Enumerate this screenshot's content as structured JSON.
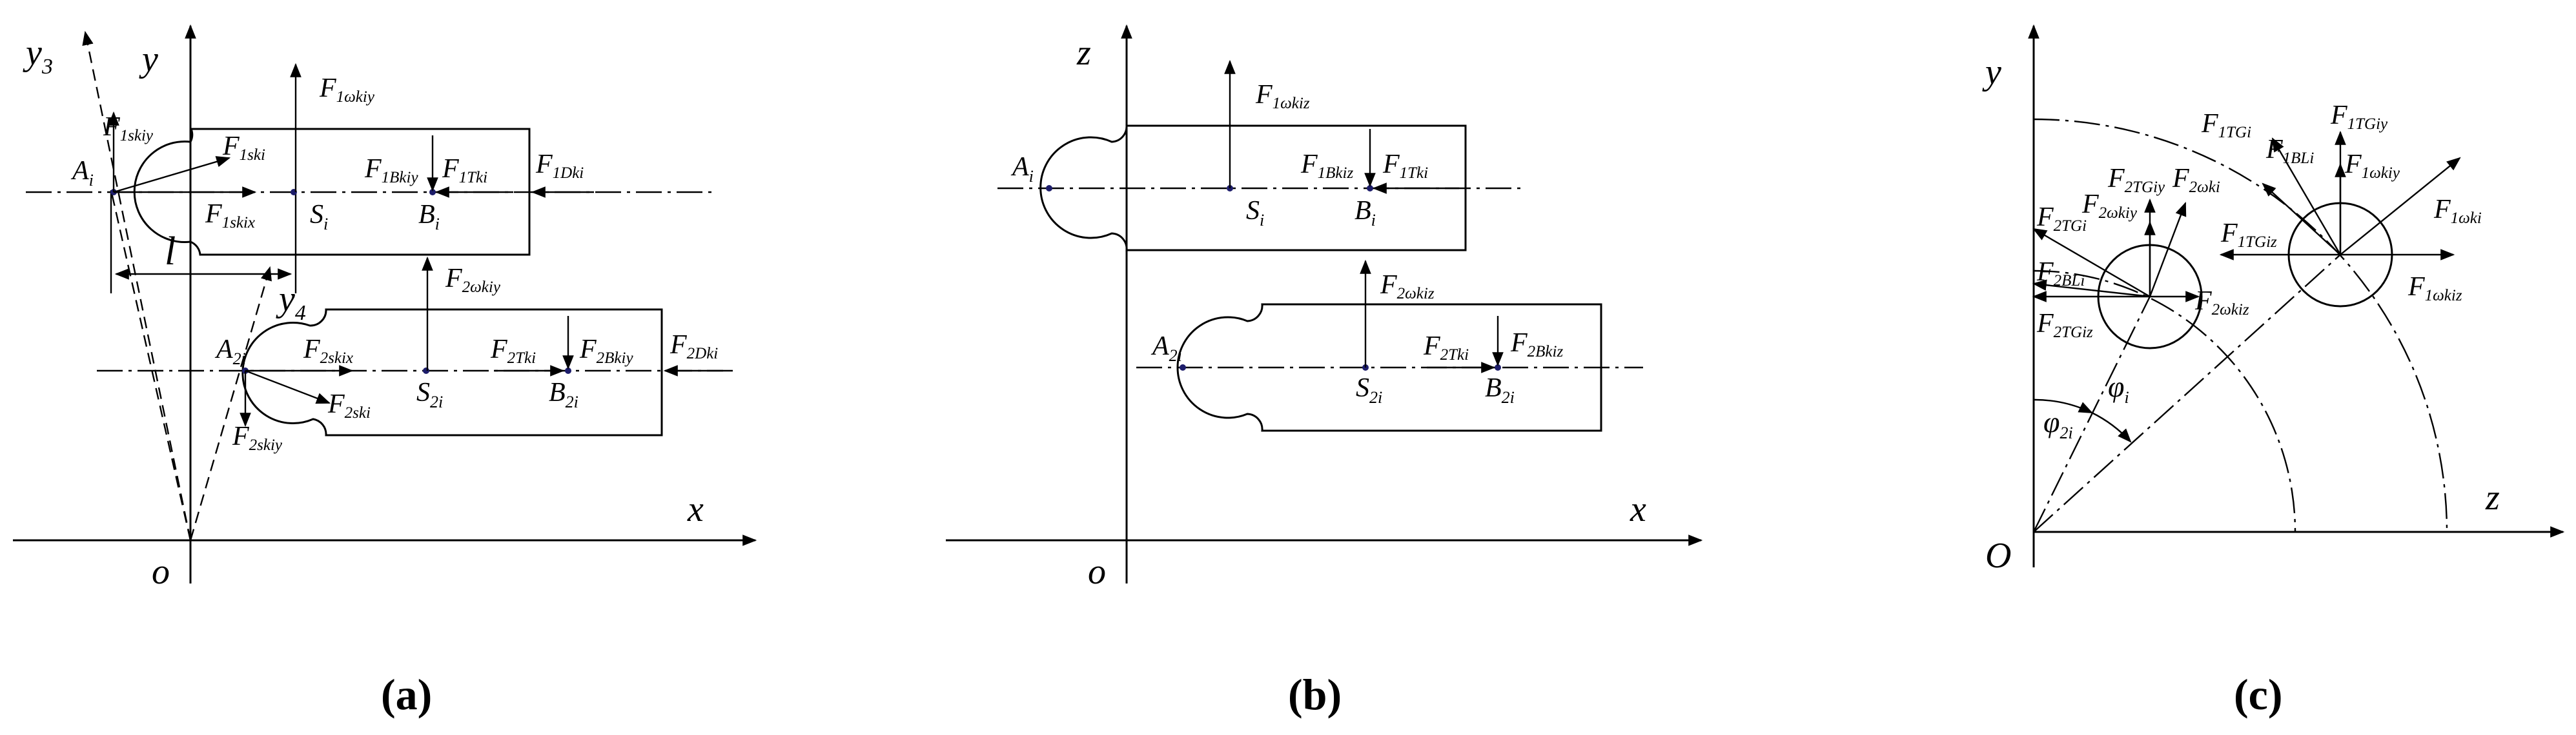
{
  "panels": {
    "a": {
      "caption_letter": "a",
      "axis_y": "y",
      "axis_x": "x",
      "origin": "o",
      "axis_y3": "y",
      "axis_y3_sub": "3",
      "axis_y4": "y",
      "axis_y4_sub": "4",
      "dim_l": "l",
      "label_A_i": {
        "m": "A",
        "s": "i"
      },
      "label_S_i": {
        "m": "S",
        "s": "i"
      },
      "label_B_i": {
        "m": "B",
        "s": "i"
      },
      "label_A_2i": {
        "m": "A",
        "s": "2i"
      },
      "label_S_2i": {
        "m": "S",
        "s": "2i"
      },
      "label_B_2i": {
        "m": "B",
        "s": "2i"
      },
      "F1skiy": {
        "m": "F",
        "s": "1skiy"
      },
      "F1ski": {
        "m": "F",
        "s": "1ski"
      },
      "F1skix": {
        "m": "F",
        "s": "1skix"
      },
      "F1okiy": {
        "m": "F",
        "s": "1ωkiy"
      },
      "F1Bkiy": {
        "m": "F",
        "s": "1Bkiy"
      },
      "F1Tki": {
        "m": "F",
        "s": "1Tki"
      },
      "F1Dki": {
        "m": "F",
        "s": "1Dki"
      },
      "F2okiy": {
        "m": "F",
        "s": "2ωkiy"
      },
      "F2skix": {
        "m": "F",
        "s": "2skix"
      },
      "F2ski": {
        "m": "F",
        "s": "2ski"
      },
      "F2skiy": {
        "m": "F",
        "s": "2skiy"
      },
      "F2Tki": {
        "m": "F",
        "s": "2Tki"
      },
      "F2Bkiy": {
        "m": "F",
        "s": "2Bkiy"
      },
      "F2Dki": {
        "m": "F",
        "s": "2Dki"
      }
    },
    "b": {
      "caption_letter": "b",
      "axis_z": "z",
      "axis_x": "x",
      "origin": "o",
      "label_A_i": {
        "m": "A",
        "s": "i"
      },
      "label_S_i": {
        "m": "S",
        "s": "i"
      },
      "label_B_i": {
        "m": "B",
        "s": "i"
      },
      "label_A_2i": {
        "m": "A",
        "s": "2i"
      },
      "label_S_2i": {
        "m": "S",
        "s": "2i"
      },
      "label_B_2i": {
        "m": "B",
        "s": "2i"
      },
      "F1okiz": {
        "m": "F",
        "s": "1ωkiz"
      },
      "F1Bkiz": {
        "m": "F",
        "s": "1Bkiz"
      },
      "F1Tki": {
        "m": "F",
        "s": "1Tki"
      },
      "F2okiz": {
        "m": "F",
        "s": "2ωkiz"
      },
      "F2Tki": {
        "m": "F",
        "s": "2Tki"
      },
      "F2Bkiz": {
        "m": "F",
        "s": "2Bkiz"
      }
    },
    "c": {
      "caption_letter": "c",
      "axis_y": "y",
      "axis_z": "z",
      "origin": "O",
      "F1TGi": {
        "m": "F",
        "s": "1TGi"
      },
      "F1TGiy": {
        "m": "F",
        "s": "1TGiy"
      },
      "F1BLi": {
        "m": "F",
        "s": "1BLi"
      },
      "F1okiy": {
        "m": "F",
        "s": "1ωkiy"
      },
      "F1oki": {
        "m": "F",
        "s": "1ωki"
      },
      "F1TGiz": {
        "m": "F",
        "s": "1TGiz"
      },
      "F1okiz": {
        "m": "F",
        "s": "1ωkiz"
      },
      "F2TGiy": {
        "m": "F",
        "s": "2TGiy"
      },
      "F2oki": {
        "m": "F",
        "s": "2ωki"
      },
      "F2okiy": {
        "m": "F",
        "s": "2ωkiy"
      },
      "F2TGi": {
        "m": "F",
        "s": "2TGi"
      },
      "F2BLi": {
        "m": "F",
        "s": "2BLi"
      },
      "F2okiz": {
        "m": "F",
        "s": "2ωkiz"
      },
      "F2TGiz": {
        "m": "F",
        "s": "2TGiz"
      },
      "phi_i": {
        "m": "φ",
        "s": "i"
      },
      "phi_2i": {
        "m": "φ",
        "s": "2i"
      }
    }
  }
}
